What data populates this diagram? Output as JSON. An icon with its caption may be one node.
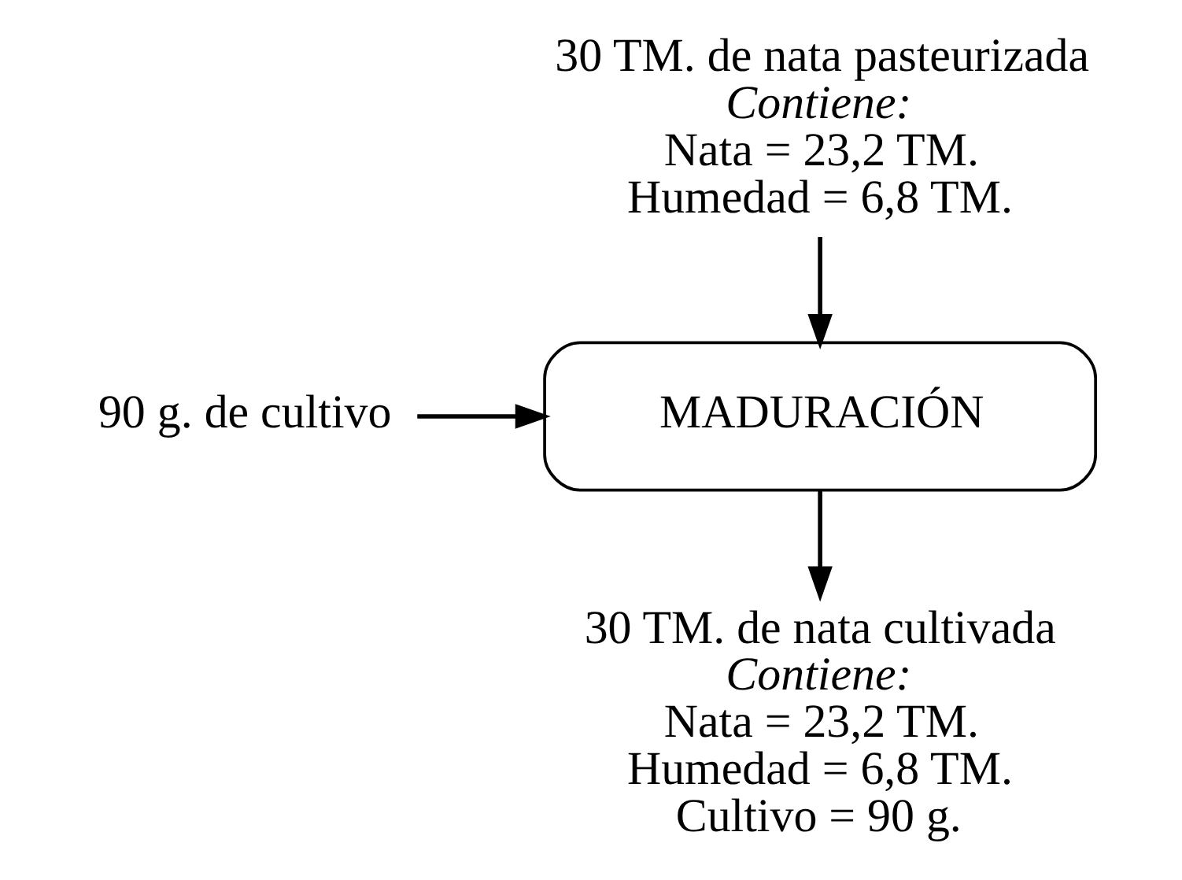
{
  "diagram": {
    "nodes": [
      {
        "text": [
          "30 TM. de nata pasteurizada",
          "Contiene:",
          "Nata = 23,2 TM.",
          "Humedad = 6,8 TM."
        ]
      },
      {
        "text": [
          "90 g. de cultivo"
        ]
      },
      {
        "text": [
          "MADURACIÓN"
        ]
      },
      {
        "text": [
          "30 TM. de nata cultivada",
          "Contiene:",
          "Nata = 23,2 TM.",
          "Humedad = 6,8 TM.",
          "Cultivo = 90 g."
        ]
      }
    ],
    "edges": [
      {
        "from": 0,
        "to": 2,
        "arrow": "to"
      },
      {
        "from": 1,
        "to": 2,
        "arrow": "to"
      },
      {
        "from": 2,
        "to": 3,
        "arrow": "to"
      }
    ]
  }
}
